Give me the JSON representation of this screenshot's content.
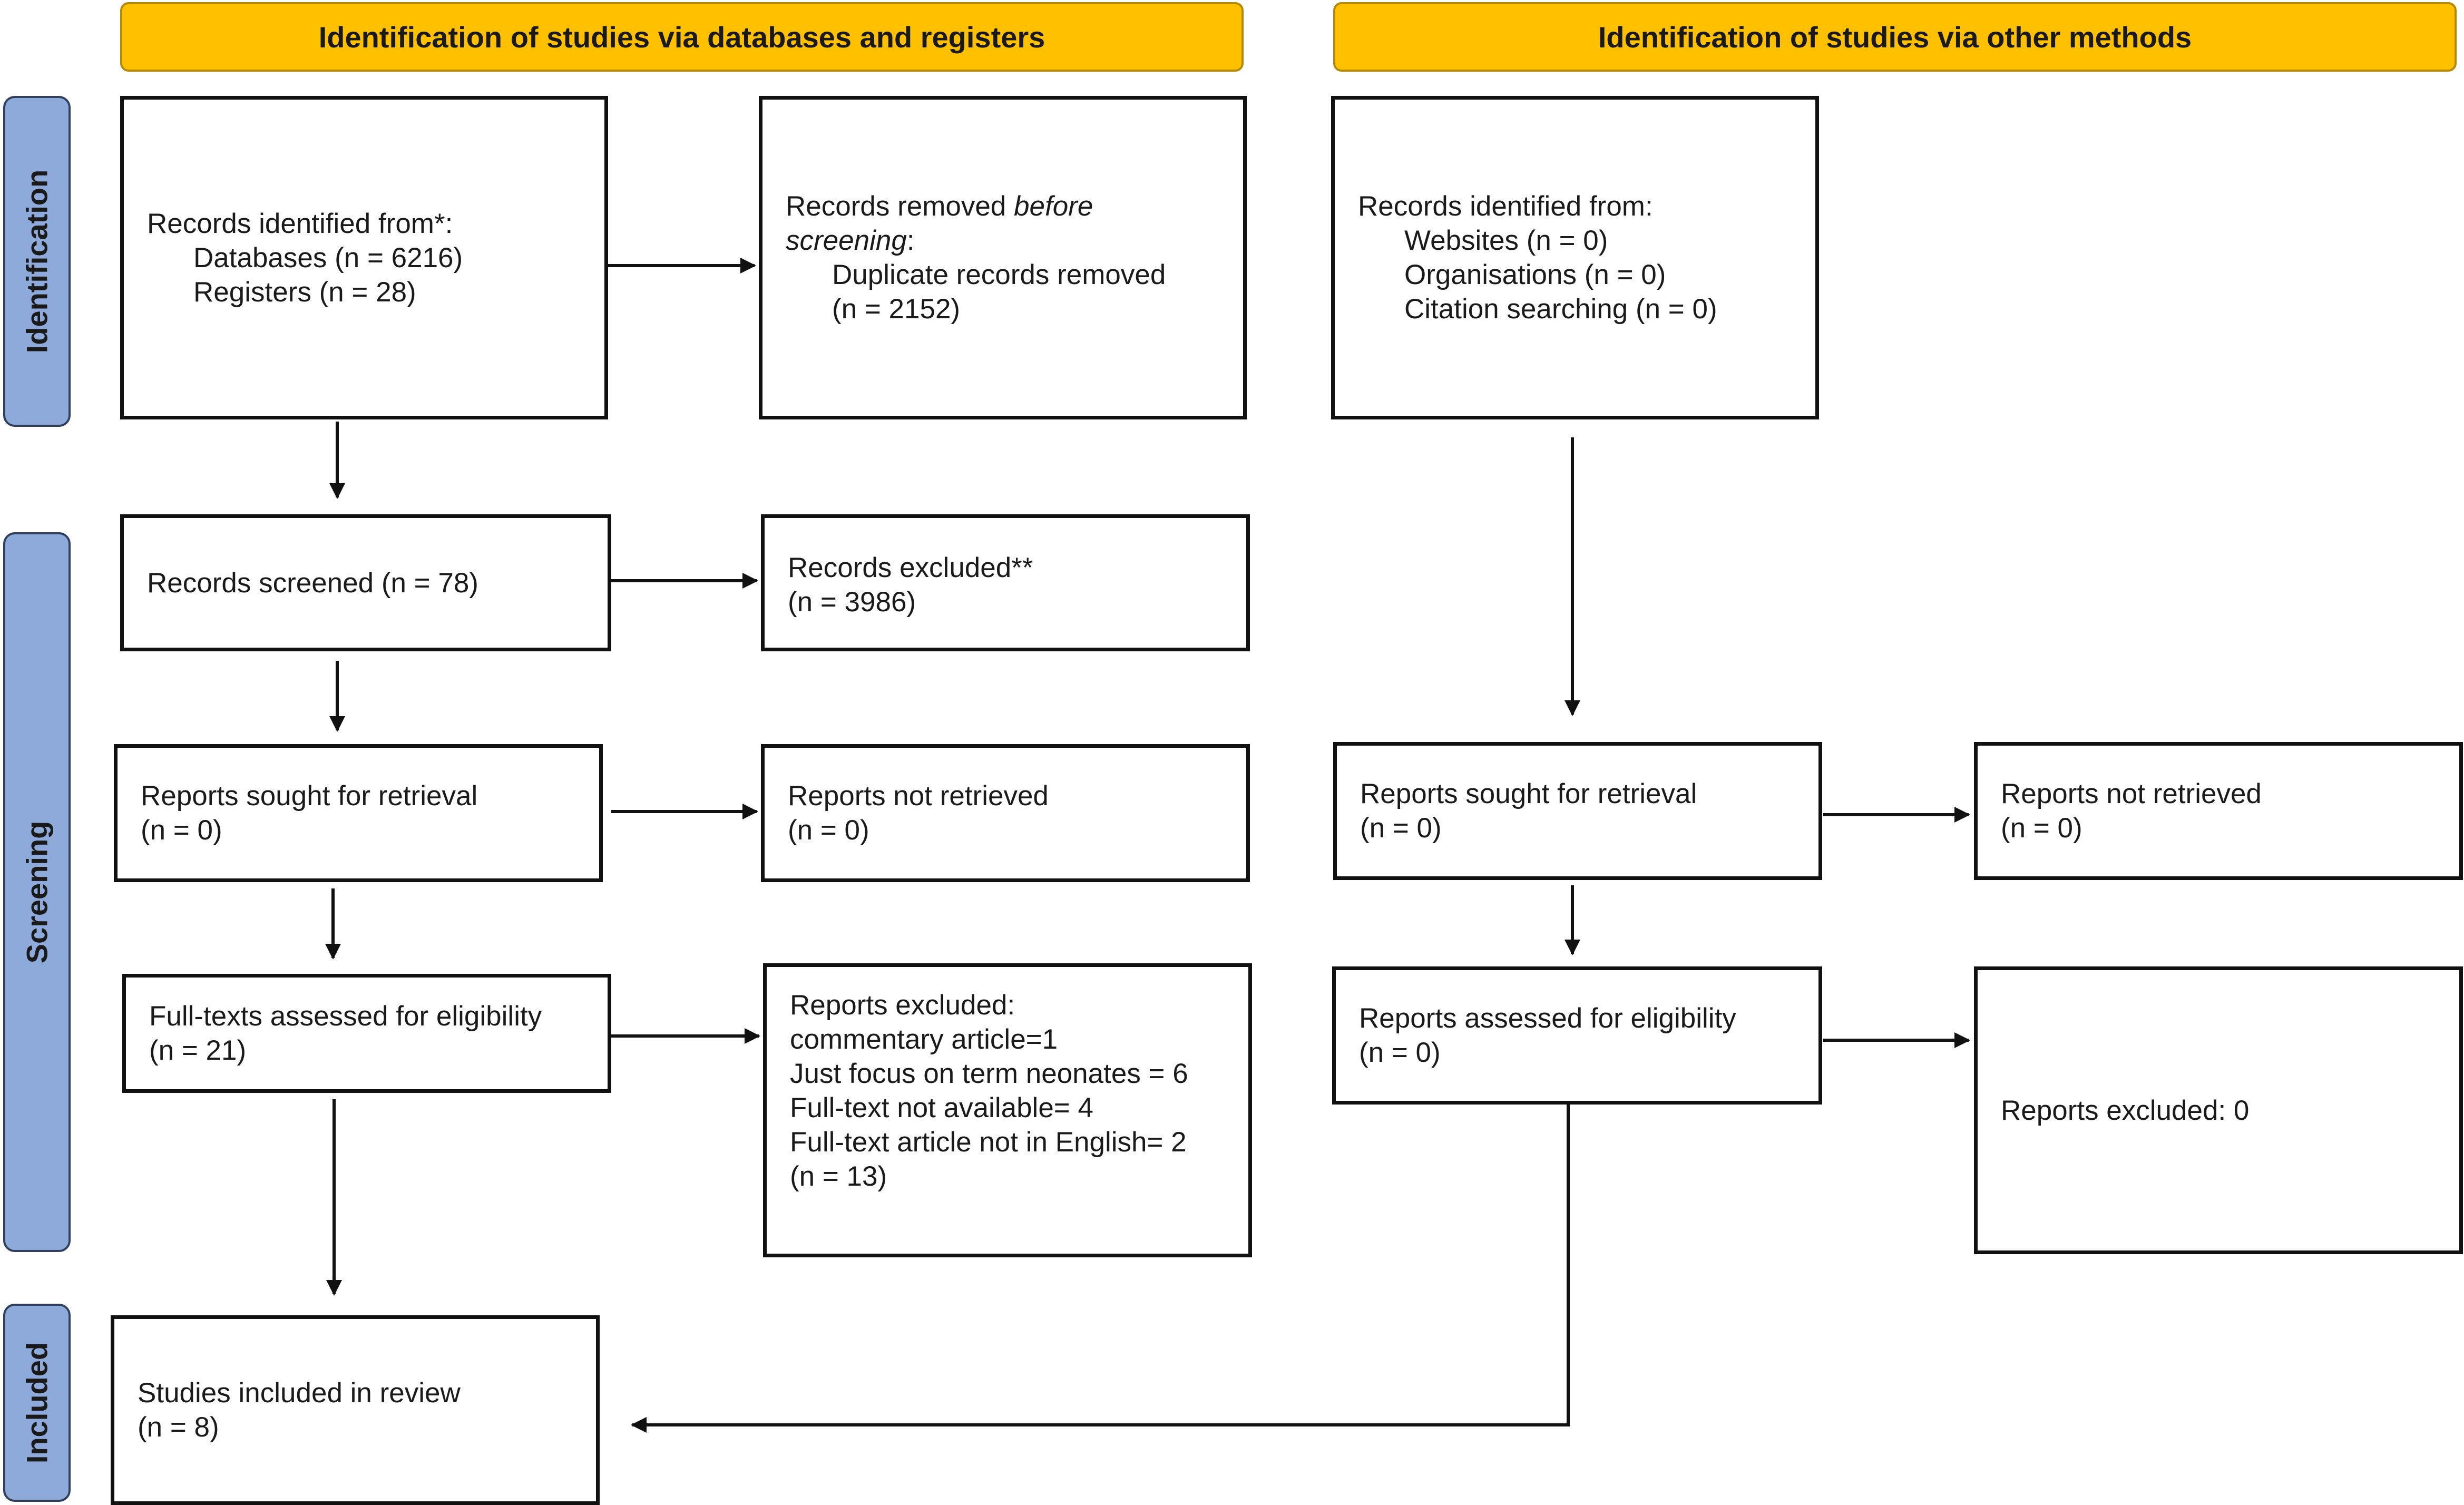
{
  "headers": {
    "databases": "Identification of studies via databases and registers",
    "other": "Identification of studies via other methods"
  },
  "stages": {
    "identification": "Identification",
    "screening": "Screening",
    "included": "Included"
  },
  "left": {
    "identified": {
      "title": "Records identified from*:",
      "databases": "Databases (n = 6216)",
      "registers": "Registers (n = 28)"
    },
    "removed": {
      "title_prefix": "Records removed ",
      "title_italic": "before",
      "title_line2_italic": "screening",
      "title_line2_suffix": ":",
      "duplicates": "Duplicate records removed",
      "count": "(n = 2152)"
    },
    "screened": {
      "title": "Records screened (n = 78)"
    },
    "excluded": {
      "title": "Records excluded**",
      "count": "(n = 3986)"
    },
    "sought": {
      "title": "Reports sought for retrieval",
      "count": "(n = 0)"
    },
    "not_retrieved": {
      "title": "Reports not retrieved",
      "count": "(n = 0)"
    },
    "fulltext": {
      "title": "Full-texts assessed for eligibility",
      "count": "(n = 21)"
    },
    "reports_excluded": {
      "title": "Reports excluded:",
      "reasons": [
        "commentary article=1",
        "Just focus on term neonates = 6",
        "Full-text not available= 4",
        "Full-text article not in English= 2"
      ],
      "count": "(n = 13)"
    },
    "included": {
      "title": "Studies included in review",
      "count": "(n = 8)"
    }
  },
  "right": {
    "identified": {
      "title": "Records identified from:",
      "websites": "Websites (n = 0)",
      "organisations": "Organisations (n = 0)",
      "citation": "Citation searching (n = 0)"
    },
    "sought": {
      "title": "Reports sought for retrieval",
      "count": "(n = 0)"
    },
    "not_retrieved": {
      "title": "Reports not retrieved",
      "count": "(n = 0)"
    },
    "assessed": {
      "title": "Reports assessed for eligibility",
      "count": "(n = 0)"
    },
    "excluded": {
      "title": "Reports excluded: 0"
    }
  },
  "colors": {
    "header_fill": "#ffc000",
    "stage_fill": "#8eaadb",
    "line": "#111111"
  }
}
